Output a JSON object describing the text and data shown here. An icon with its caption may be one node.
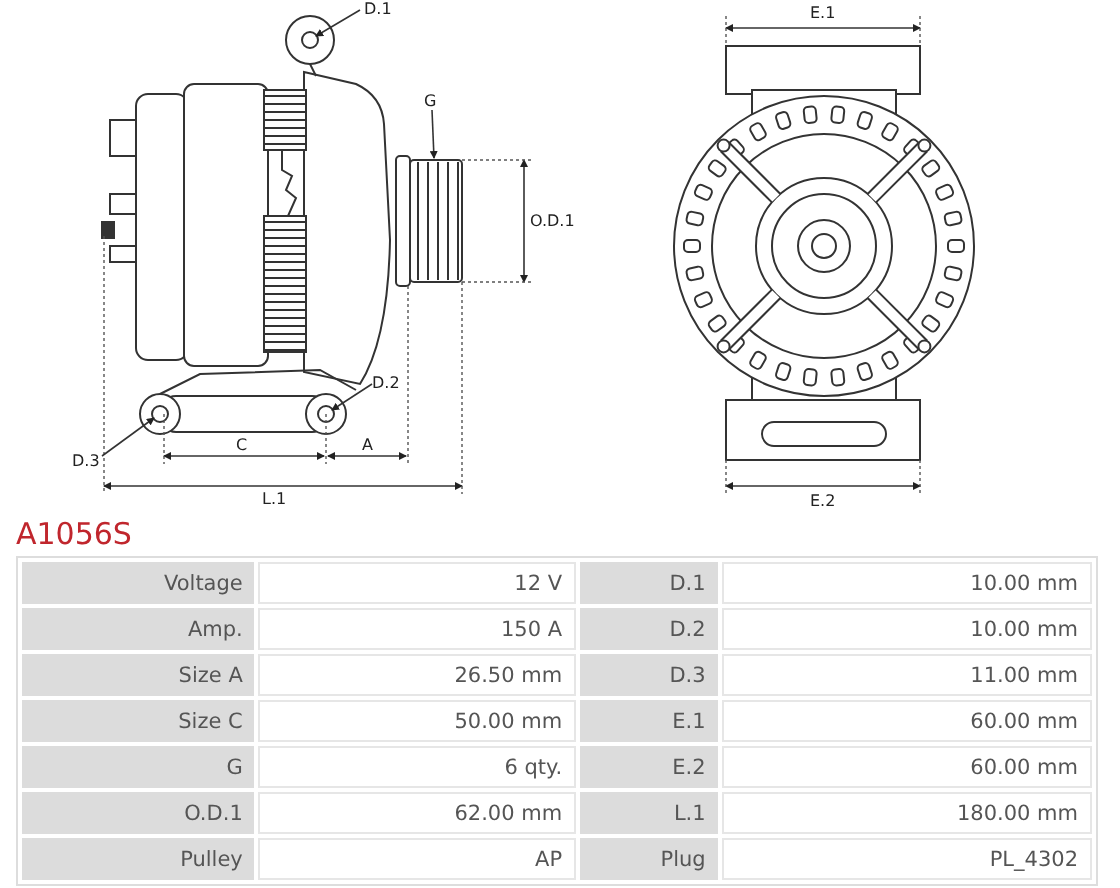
{
  "diagram": {
    "title": "A1056S",
    "nodes": [
      {
        "text": [
          "D.1"
        ]
      },
      {
        "text": [
          "G"
        ]
      },
      {
        "text": [
          "D.2"
        ]
      },
      {
        "text": [
          "D.3"
        ]
      }
    ],
    "edges": [
      {
        "from": 0,
        "to": null,
        "arrow": "to"
      },
      {
        "from": 1,
        "to": null,
        "arrow": "to"
      },
      {
        "from": 2,
        "to": null,
        "arrow": "to"
      },
      {
        "from": 3,
        "to": null,
        "arrow": "to"
      }
    ],
    "labels": [
      "E.1",
      "O.D.1",
      "C",
      "A",
      "L.1",
      "E.2",
      "Voltage",
      "12 V",
      "D.1",
      "10.00 mm",
      "Amp.",
      "150 A",
      "D.2",
      "10.00 mm",
      "Size A",
      "26.50 mm",
      "D.3",
      "11.00 mm",
      "Size C",
      "50.00 mm",
      "E.1",
      "60.00 mm",
      "G",
      "6 qty.",
      "E.2",
      "60.00 mm",
      "O.D.1",
      "62.00 mm",
      "L.1",
      "180.00 mm",
      "Pulley",
      "AP",
      "Plug",
      "PL_4302"
    ]
  }
}
